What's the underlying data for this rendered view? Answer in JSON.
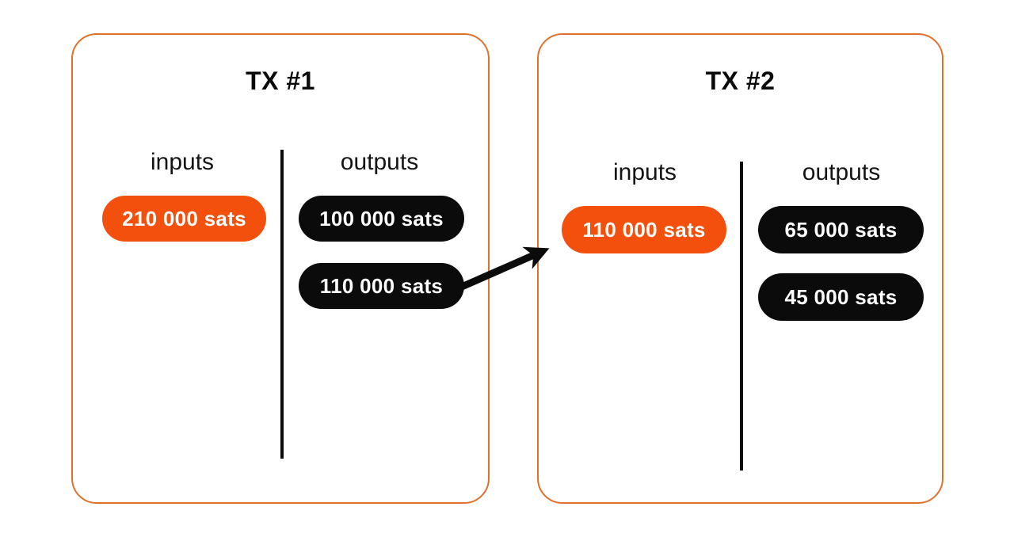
{
  "page": {
    "background": "#ffffff"
  },
  "colors": {
    "input_pill_orange": "#F4500D",
    "card_border_orange": "#DE722D",
    "output_pill_black": "#0b0b0b",
    "pill_text_white": "#ffffff",
    "label_text_black": "#141414"
  },
  "transactions": [
    {
      "title": "TX #1",
      "inputs_label": "inputs",
      "outputs_label": "outputs",
      "inputs": [
        {
          "label": "210 000 sats"
        }
      ],
      "outputs": [
        {
          "label": "100 000 sats"
        },
        {
          "label": "110 000 sats"
        }
      ]
    },
    {
      "title": "TX #2",
      "inputs_label": "inputs",
      "outputs_label": "outputs",
      "inputs": [
        {
          "label": "110 000 sats"
        }
      ],
      "outputs": [
        {
          "label": "65 000 sats"
        },
        {
          "label": "45 000 sats"
        }
      ]
    }
  ],
  "arrow": {
    "from": "tx1-output-110000-sats",
    "to": "tx2-input-110000-sats",
    "color": "#0b0b0b"
  }
}
